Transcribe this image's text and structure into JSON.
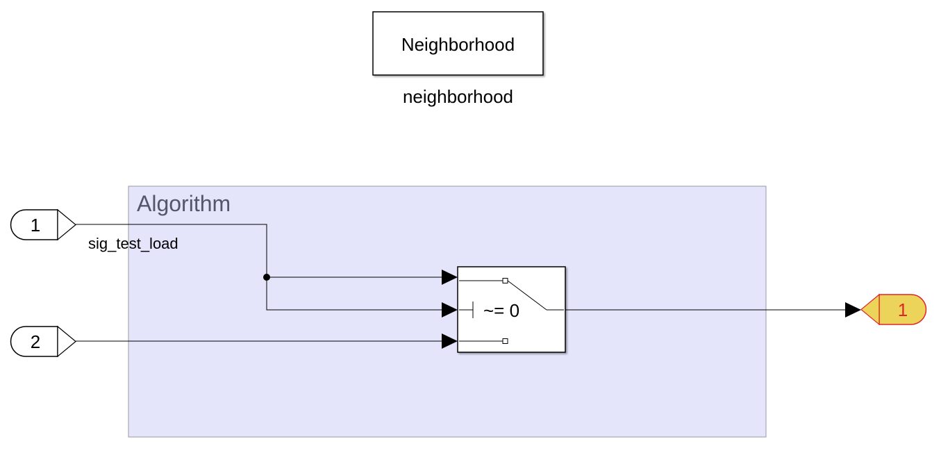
{
  "diagram": {
    "subsystem_block": {
      "text": "Neighborhood",
      "name": "neighborhood"
    },
    "area": {
      "title": "Algorithm",
      "fill_color": "#e4e4fa",
      "border_color": "#9a9aa0"
    },
    "inports": [
      {
        "number": "1",
        "signal_label": "sig_test_load"
      },
      {
        "number": "2",
        "signal_label": ""
      }
    ],
    "switch_block": {
      "criteria": "~= 0"
    },
    "outport": {
      "number": "1",
      "fill_color": "#ecd35a",
      "border_color": "#e0242a"
    }
  }
}
